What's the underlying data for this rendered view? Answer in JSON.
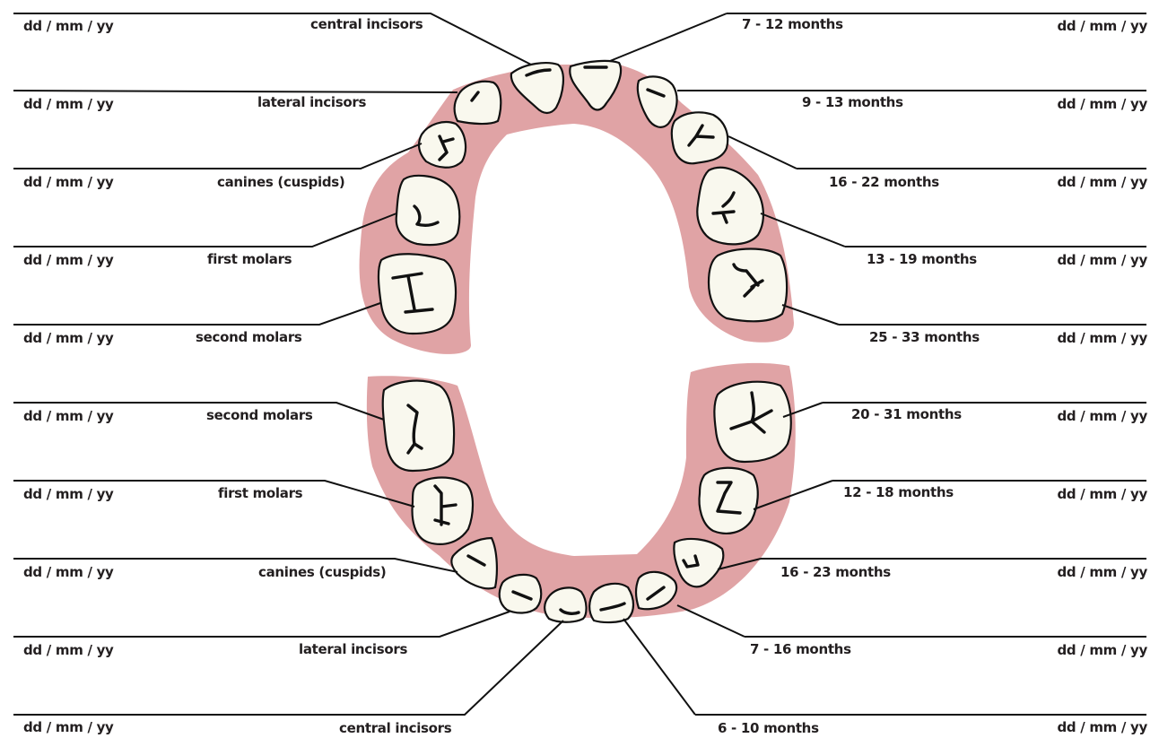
{
  "date_placeholder": "dd / mm / yy",
  "colors": {
    "gum": "#e0a3a5",
    "tooth": "#f9f8ee",
    "ink": "#111111"
  },
  "upper": {
    "left_labels": [
      "central incisors",
      "lateral incisors",
      "canines (cuspids)",
      "first molars",
      "second molars"
    ],
    "right_labels": [
      "7 - 12 months",
      "9 - 13  months",
      "16 - 22 months",
      "13 - 19 months",
      "25 - 33 months"
    ]
  },
  "lower": {
    "left_labels": [
      "second molars",
      "first molars",
      "canines (cuspids)",
      "lateral incisors",
      "central incisors"
    ],
    "right_labels": [
      "20 - 31 months",
      "12 - 18 months",
      "16 - 23 months",
      "7 - 16 months",
      "6 - 10 months"
    ]
  }
}
